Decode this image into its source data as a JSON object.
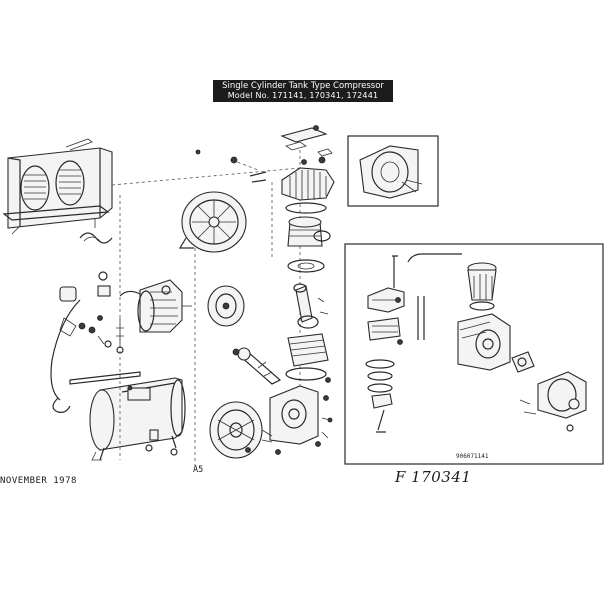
{
  "title": {
    "line1": "Single Cylinder Tank Type Compressor",
    "line2": "Model No. 171141, 170341, 172441"
  },
  "footer": {
    "date": "NOVEMBER 1978",
    "page_code": "A5",
    "handwritten_ref": "F 170341",
    "inset_code": "906071141"
  },
  "icons": {
    "legend": [
      "belt-guard-icon",
      "motor-icon",
      "flywheel-icon",
      "cylinder-head-icon",
      "piston-icon",
      "connecting-rod-icon",
      "crankcase-icon",
      "air-tank-icon",
      "fan-pulley-icon",
      "cylinder-icon",
      "valve-plate-icon",
      "crankshaft-icon",
      "gasket-icon",
      "bolt-icon",
      "pressure-switch-icon",
      "air-filter-icon"
    ]
  }
}
